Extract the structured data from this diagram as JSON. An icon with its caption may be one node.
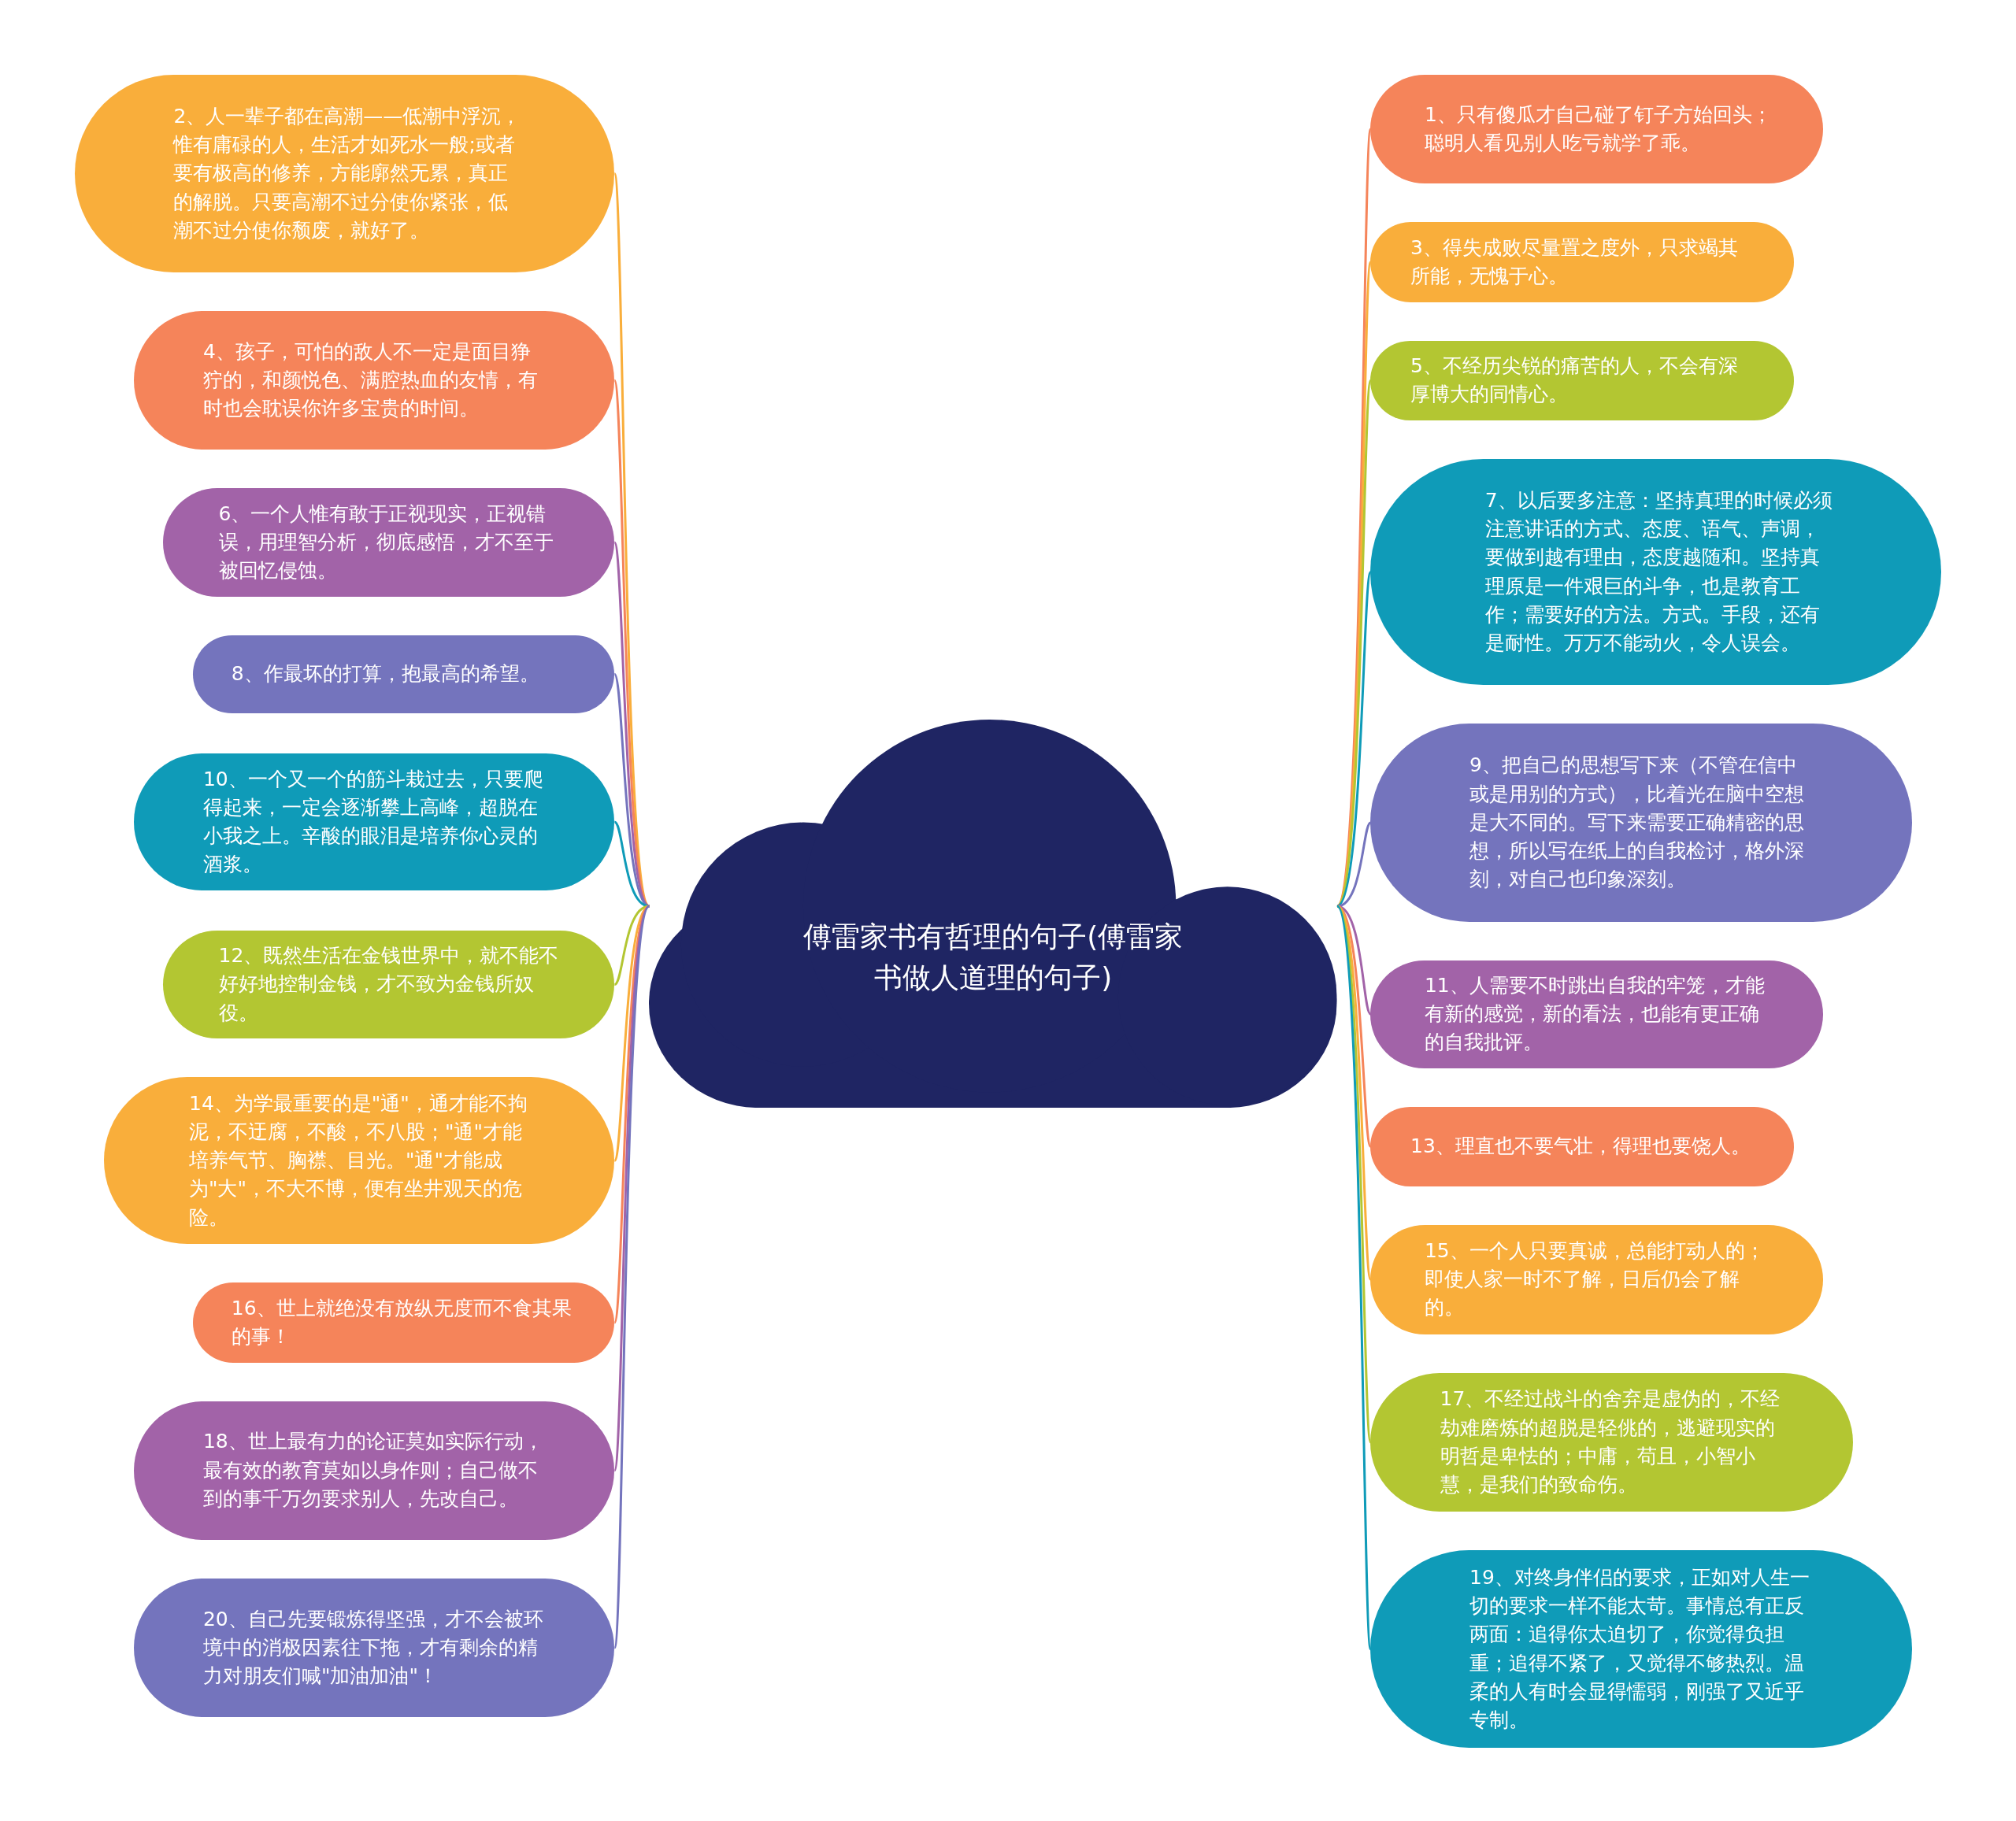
{
  "diagram": {
    "nodes": [
      {
        "text": [
          "傅雷家书有哲理的句子(傅雷家书做人道理的句子)"
        ]
      },
      {
        "text": [
          "1、只有傻瓜才自己碰了钉子方始回头；聪明人看见别人吃亏就学了乖。"
        ]
      },
      {
        "text": [
          "2、人一辈子都在高潮——低潮中浮沉，惟有庸碌的人，生活才如死水一般;或者要有极高的修养，方能廓然无累，真正的解脱。只要高潮不过分使你紧张，低潮不过分使你颓废，就好了。"
        ]
      },
      {
        "text": [
          "3、得失成败尽量置之度外，只求竭其所能，无愧于心。"
        ]
      },
      {
        "text": [
          "4、孩子，可怕的敌人不一定是面目狰狞的，和颜悦色、满腔热血的友情，有时也会耽误你许多宝贵的时间。"
        ]
      },
      {
        "text": [
          "5、不经历尖锐的痛苦的人，不会有深厚博大的同情心。"
        ]
      },
      {
        "text": [
          "6、一个人惟有敢于正视现实，正视错误，用理智分析，彻底感悟，才不至于被回忆侵蚀。"
        ]
      },
      {
        "text": [
          "7、以后要多注意：坚持真理的时候必须注意讲话的方式、态度、语气、声调，要做到越有理由，态度越随和。坚持真理原是一件艰巨的斗争，也是教育工作；需要好的方法。方式。手段，还有是耐性。万万不能动火，令人误会。"
        ]
      },
      {
        "text": [
          "8、作最坏的打算，抱最高的希望。"
        ]
      },
      {
        "text": [
          "9、把自己的思想写下来（不管在信中或是用别的方式），比着光在脑中空想是大不同的。写下来需要正确精密的思想，所以写在纸上的自我检讨，格外深刻，对自己也印象深刻。"
        ]
      },
      {
        "text": [
          "10、一个又一个的筋斗栽过去，只要爬得起来，一定会逐渐攀上高峰，超脱在小我之上。辛酸的眼泪是培养你心灵的酒浆。"
        ]
      },
      {
        "text": [
          "11、人需要不时跳出自我的牢笼，才能有新的感觉，新的看法，也能有更正确的自我批评。"
        ]
      },
      {
        "text": [
          "12、既然生活在金钱世界中，就不能不好好地控制金钱，才不致为金钱所奴役。"
        ]
      },
      {
        "text": [
          "13、理直也不要气壮，得理也要饶人。"
        ]
      },
      {
        "text": [
          "14、为学最重要的是\"通\"，通才能不拘泥，不迂腐，不酸，不八股；\"通\"才能培养气节、胸襟、目光。\"通\"才能成为\"大\"，不大不博，便有坐井观天的危险。"
        ]
      },
      {
        "text": [
          "15、一个人只要真诚，总能打动人的；即使人家一时不了解，日后仍会了解的。"
        ]
      },
      {
        "text": [
          "16、世上就绝没有放纵无度而不食其果的事！"
        ]
      },
      {
        "text": [
          "17、不经过战斗的舍弃是虚伪的，不经劫难磨炼的超脱是轻佻的，逃避现实的明哲是卑怯的；中庸，苟且，小智小慧，是我们的致命伤。"
        ]
      },
      {
        "text": [
          "18、世上最有力的论证莫如实际行动，最有效的教育莫如以身作则；自己做不到的事千万勿要求别人，先改自己。"
        ]
      },
      {
        "text": [
          "19、对终身伴侣的要求，正如对人生一切的要求一样不能太苛。事情总有正反两面：追得你太迫切了，你觉得负担重；追得不紧了，又觉得不够热烈。温柔的人有时会显得懦弱，刚强了又近乎专制。"
        ]
      },
      {
        "text": [
          "20、自己先要锻炼得坚强，才不会被环境中的消极因素往下拖，才有剩余的精力对朋友们喊\"加油加油\"！"
        ]
      }
    ],
    "edges": [
      {
        "from": 0,
        "to": 1,
        "arrow": "none",
        "color": "#f5845a"
      },
      {
        "from": 0,
        "to": 2,
        "arrow": "none",
        "color": "#f9ae3b"
      },
      {
        "from": 0,
        "to": 3,
        "arrow": "none",
        "color": "#f9ae3b"
      },
      {
        "from": 0,
        "to": 4,
        "arrow": "none",
        "color": "#f5845a"
      },
      {
        "from": 0,
        "to": 5,
        "arrow": "none",
        "color": "#b3c632"
      },
      {
        "from": 0,
        "to": 6,
        "arrow": "none",
        "color": "#a263a8"
      },
      {
        "from": 0,
        "to": 7,
        "arrow": "none",
        "color": "#0f9bb8"
      },
      {
        "from": 0,
        "to": 8,
        "arrow": "none",
        "color": "#7474bd"
      },
      {
        "from": 0,
        "to": 9,
        "arrow": "none",
        "color": "#7474bd"
      },
      {
        "from": 0,
        "to": 10,
        "arrow": "none",
        "color": "#0f9bb8"
      },
      {
        "from": 0,
        "to": 11,
        "arrow": "none",
        "color": "#a263a8"
      },
      {
        "from": 0,
        "to": 12,
        "arrow": "none",
        "color": "#b3c632"
      },
      {
        "from": 0,
        "to": 13,
        "arrow": "none",
        "color": "#f5845a"
      },
      {
        "from": 0,
        "to": 14,
        "arrow": "none",
        "color": "#f9ae3b"
      },
      {
        "from": 0,
        "to": 15,
        "arrow": "none",
        "color": "#f9ae3b"
      },
      {
        "from": 0,
        "to": 16,
        "arrow": "none",
        "color": "#f5845a"
      },
      {
        "from": 0,
        "to": 17,
        "arrow": "none",
        "color": "#b3c632"
      },
      {
        "from": 0,
        "to": 18,
        "arrow": "none",
        "color": "#a263a8"
      },
      {
        "from": 0,
        "to": 19,
        "arrow": "none",
        "color": "#0f9bb8"
      },
      {
        "from": 0,
        "to": 20,
        "arrow": "none",
        "color": "#7474bd"
      }
    ]
  }
}
